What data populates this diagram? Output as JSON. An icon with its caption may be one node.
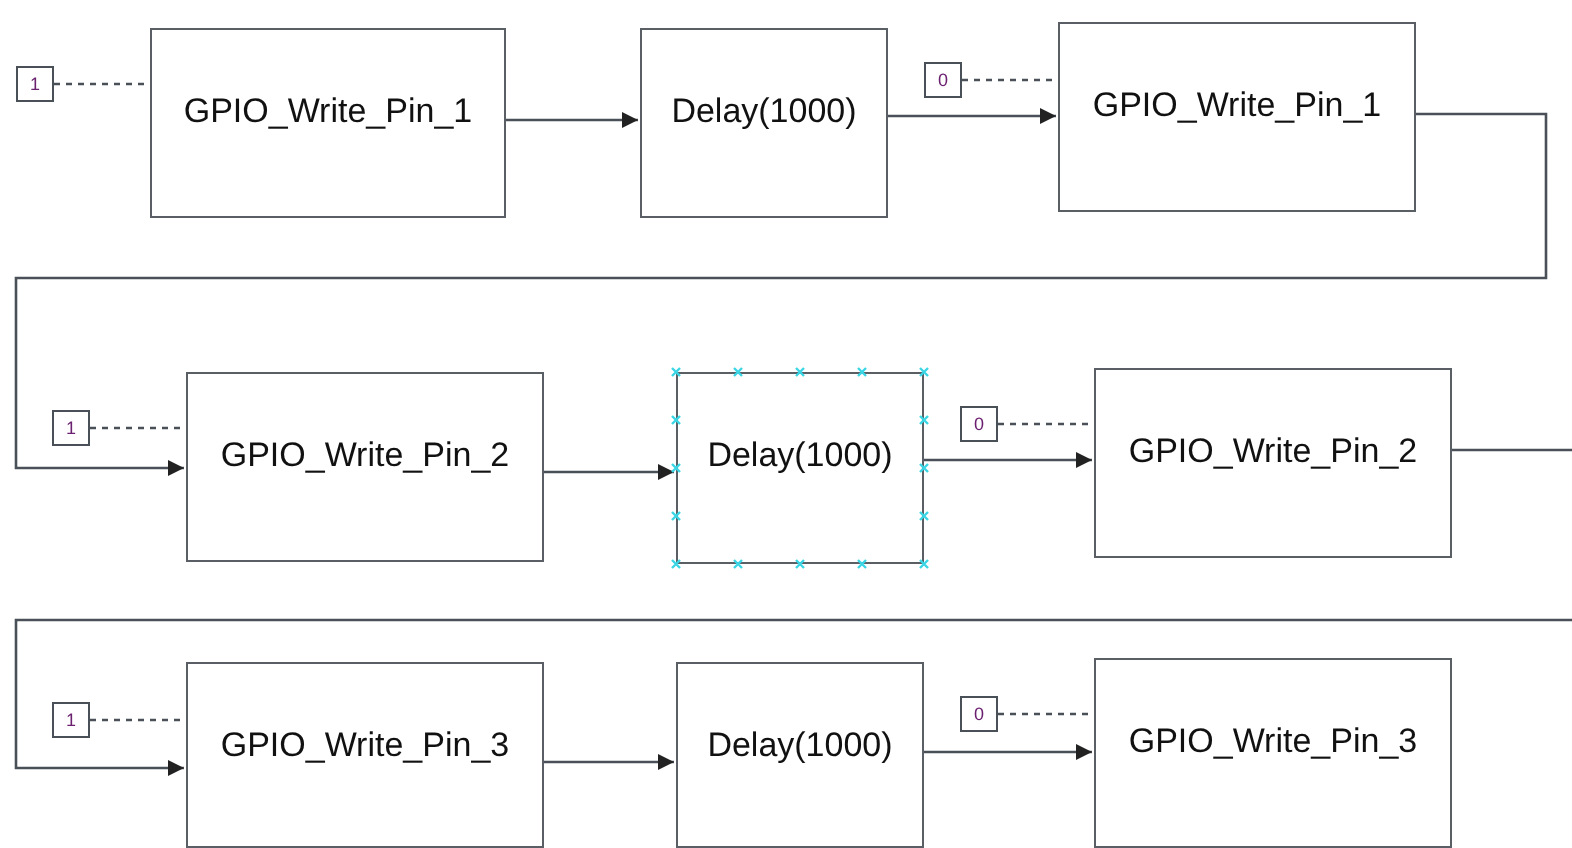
{
  "diagram": {
    "nodes": [
      {
        "text": [
          "1"
        ]
      },
      {
        "text": [
          "GPIO_Write_Pin_1"
        ]
      },
      {
        "text": [
          "Delay(1000)"
        ]
      },
      {
        "text": [
          "0"
        ]
      },
      {
        "text": [
          "GPIO_Write_Pin_1"
        ]
      },
      {
        "text": [
          "1"
        ]
      },
      {
        "text": [
          "GPIO_Write_Pin_2"
        ]
      },
      {
        "text": [
          "Delay(1000)"
        ]
      },
      {
        "text": [
          "0"
        ]
      },
      {
        "text": [
          "GPIO_Write_Pin_2"
        ]
      },
      {
        "text": [
          "1"
        ]
      },
      {
        "text": [
          "GPIO_Write_Pin_3"
        ]
      },
      {
        "text": [
          "Delay(1000)"
        ]
      },
      {
        "text": [
          "0"
        ]
      },
      {
        "text": [
          "GPIO_Write_Pin_3"
        ]
      }
    ],
    "edges": [
      {
        "from": 0,
        "to": 1,
        "arrow": "none",
        "style": "dashed"
      },
      {
        "from": 1,
        "to": 2,
        "arrow": "to"
      },
      {
        "from": 3,
        "to": 4,
        "arrow": "none",
        "style": "dashed"
      },
      {
        "from": 2,
        "to": 4,
        "arrow": "to"
      },
      {
        "from": 4,
        "to": 6,
        "arrow": "to"
      },
      {
        "from": 5,
        "to": 6,
        "arrow": "none",
        "style": "dashed"
      },
      {
        "from": 6,
        "to": 7,
        "arrow": "to"
      },
      {
        "from": 8,
        "to": 9,
        "arrow": "none",
        "style": "dashed"
      },
      {
        "from": 7,
        "to": 9,
        "arrow": "to"
      },
      {
        "from": 9,
        "to": null,
        "arrow": "none"
      },
      {
        "from": null,
        "to": 11,
        "arrow": "to"
      },
      {
        "from": 10,
        "to": 11,
        "arrow": "none",
        "style": "dashed"
      },
      {
        "from": 11,
        "to": 12,
        "arrow": "to"
      },
      {
        "from": 13,
        "to": 14,
        "arrow": "none",
        "style": "dashed"
      },
      {
        "from": 12,
        "to": 14,
        "arrow": "to"
      }
    ]
  }
}
